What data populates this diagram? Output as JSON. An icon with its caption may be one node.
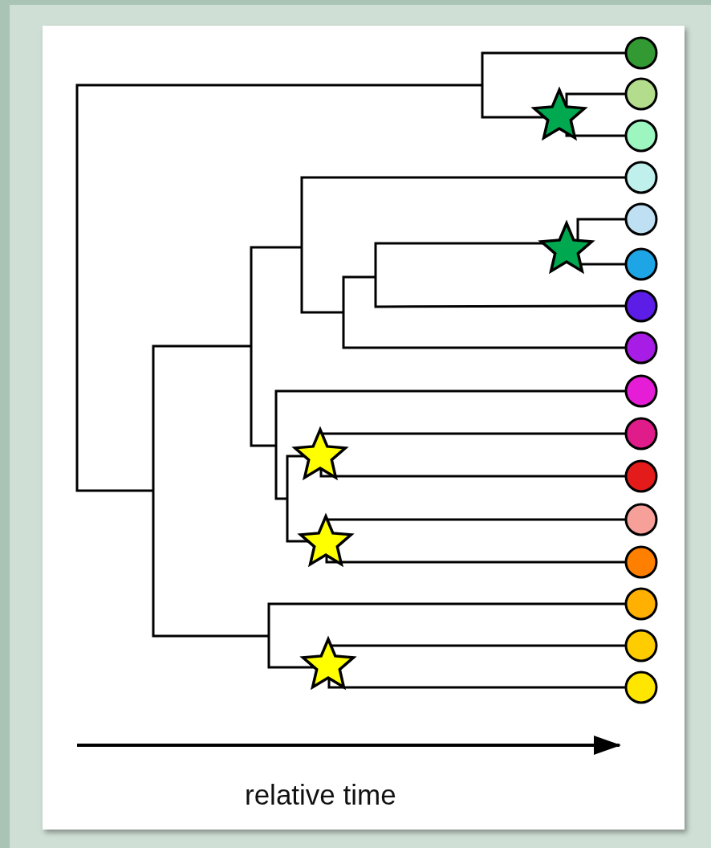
{
  "diagram": {
    "nodes": [
      {
        "text": [],
        "shape": "circle"
      },
      {
        "text": [],
        "shape": "circle"
      },
      {
        "text": [],
        "shape": "circle"
      },
      {
        "text": [],
        "shape": "circle"
      },
      {
        "text": [],
        "shape": "circle"
      },
      {
        "text": [],
        "shape": "circle"
      },
      {
        "text": [],
        "shape": "circle"
      },
      {
        "text": [],
        "shape": "circle"
      },
      {
        "text": [],
        "shape": "circle"
      },
      {
        "text": [],
        "shape": "circle"
      },
      {
        "text": [],
        "shape": "circle"
      },
      {
        "text": [],
        "shape": "circle"
      },
      {
        "text": [],
        "shape": "circle"
      },
      {
        "text": [],
        "shape": "circle"
      },
      {
        "text": [],
        "shape": "circle"
      },
      {
        "text": [],
        "shape": "circle"
      }
    ],
    "labels": [
      "relative time"
    ]
  }
}
